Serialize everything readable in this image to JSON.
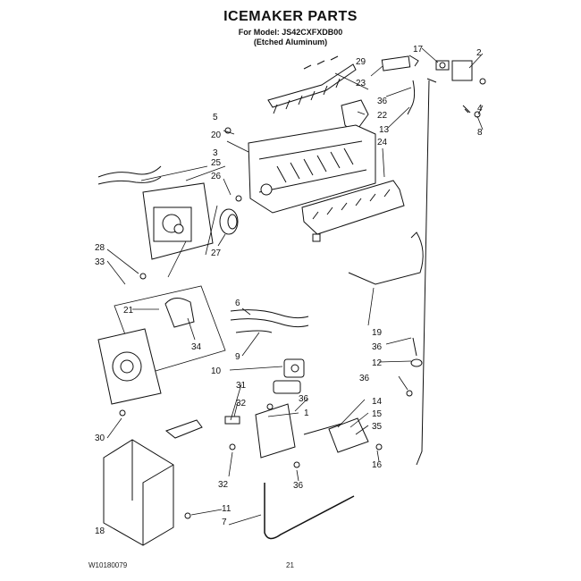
{
  "header": {
    "title": "ICEMAKER PARTS",
    "model_line": "For Model: JS42CXFXDB00",
    "finish_line": "(Etched Aluminum)"
  },
  "footer": {
    "doc_code": "W10180079",
    "page_number": "21"
  },
  "callouts": [
    "1",
    "2",
    "3",
    "4",
    "5",
    "6",
    "7",
    "8",
    "9",
    "10",
    "11",
    "12",
    "13",
    "14",
    "15",
    "16",
    "17",
    "18",
    "19",
    "20",
    "21",
    "22",
    "23",
    "24",
    "25",
    "26",
    "27",
    "28",
    "29",
    "30",
    "31",
    "32",
    "33",
    "34",
    "35",
    "36"
  ]
}
